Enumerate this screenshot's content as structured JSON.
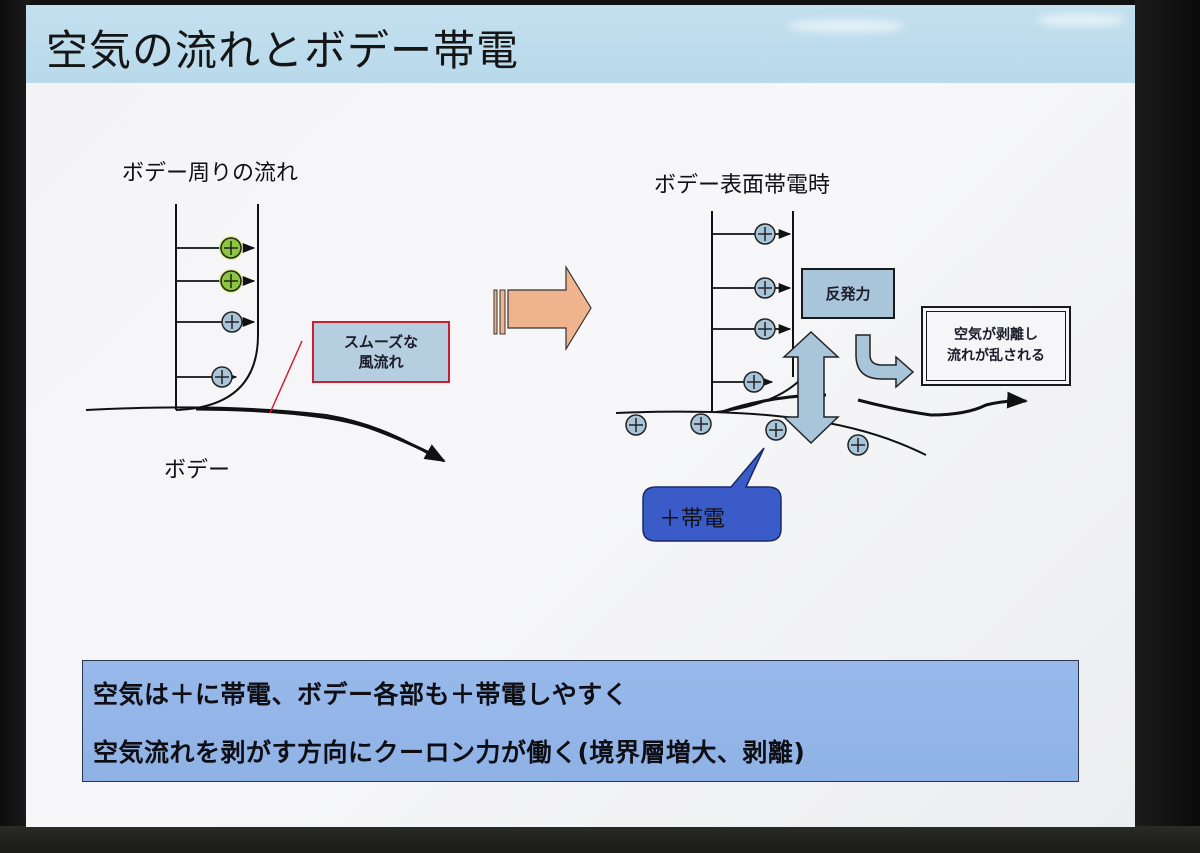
{
  "slide": {
    "title": "空気の流れとボデー帯電",
    "left_panel": {
      "heading": "ボデー周りの流れ",
      "body_label": "ボデー",
      "callout": {
        "line1": "スムーズな",
        "line2": "風流れ"
      },
      "charges": [
        {
          "kind": "positive",
          "color": "green"
        },
        {
          "kind": "positive",
          "color": "green"
        },
        {
          "kind": "positive",
          "color": "light-blue"
        },
        {
          "kind": "positive",
          "color": "light-blue"
        }
      ]
    },
    "transition_arrow": "right-arrow",
    "right_panel": {
      "heading": "ボデー表面帯電時",
      "repulsion_label": "反発力",
      "separation": {
        "line1": "空気が剥離し",
        "line2": "流れが乱される"
      },
      "charge_callout": "＋帯電",
      "flow_charges_count": 4,
      "surface_charges_count": 4
    },
    "summary": {
      "line1": "空気は＋に帯電、ボデー各部も＋帯電しやすく",
      "line2": "空気流れを剥がす方向にクーロン力が働く(境界層増大、剥離)"
    },
    "colors": {
      "title_bar": "#bcdcee",
      "summary_box": "#94b5e8",
      "callout_blue": "#3b5cc8",
      "charge_green": "#8cc63f",
      "charge_blue": "#a9c5d9",
      "transition_arrow": "#efb48e",
      "smooth_border": "#c8202e"
    }
  }
}
